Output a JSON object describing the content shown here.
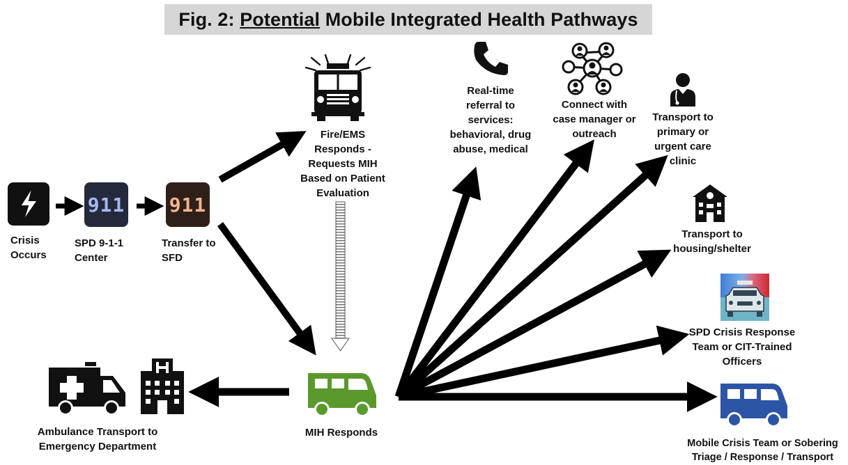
{
  "title": {
    "prefix": "Fig. 2:",
    "underlined": "Potential",
    "suffix": "Mobile Integrated Health Pathways"
  },
  "nodes": {
    "crisis": {
      "lines": [
        "Crisis",
        "Occurs"
      ],
      "icon": "lightning-icon"
    },
    "spd_center": {
      "badge": "911",
      "lines": [
        "SPD 9-1-1",
        "Center"
      ],
      "badge_color": "#a5b8f0"
    },
    "transfer_sfd": {
      "badge": "911",
      "lines": [
        "Transfer to",
        "SFD"
      ],
      "badge_color": "#f3b48f"
    },
    "fire_ems": {
      "lines": [
        "Fire/EMS",
        "Responds -",
        "Requests MIH",
        "Based on Patient",
        "Evaluation"
      ],
      "icon": "fire-truck-icon"
    },
    "mih": {
      "lines": [
        "MIH Responds"
      ],
      "icon": "van-icon",
      "color": "#5a9a2c"
    },
    "ambulance": {
      "lines": [
        "Ambulance Transport to",
        "Emergency Department"
      ],
      "icons": [
        "ambulance-icon",
        "hospital-icon"
      ]
    },
    "referral": {
      "lines": [
        "Real-time",
        "referral to",
        "services:",
        "behavioral, drug",
        "abuse, medical"
      ],
      "icon": "phone-icon"
    },
    "case_manager": {
      "lines": [
        "Connect with",
        "case manager or",
        "outreach"
      ],
      "icon": "network-icon"
    },
    "primary_care": {
      "lines": [
        "Transport to",
        "primary or",
        "urgent care",
        "clinic"
      ],
      "icon": "doctor-icon"
    },
    "housing": {
      "lines": [
        "Transport to",
        "housing/shelter"
      ],
      "icon": "building-icon"
    },
    "spd_crisis": {
      "lines": [
        "SPD Crisis Response",
        "Team or CIT-Trained",
        "Officers"
      ],
      "icon": "police-car-icon"
    },
    "mobile_crisis": {
      "lines": [
        "Mobile Crisis Team or Sobering",
        "Triage / Response / Transport"
      ],
      "icon": "van-icon",
      "color": "#2d55a6"
    }
  },
  "colors": {
    "title_bg": "#d6d6d6",
    "arrow": "#000000",
    "badge_bg_spd": "#242a3c",
    "badge_bg_sfd": "#2e2018",
    "mih_green": "#5a9a2c",
    "mobile_blue": "#2d55a6"
  }
}
